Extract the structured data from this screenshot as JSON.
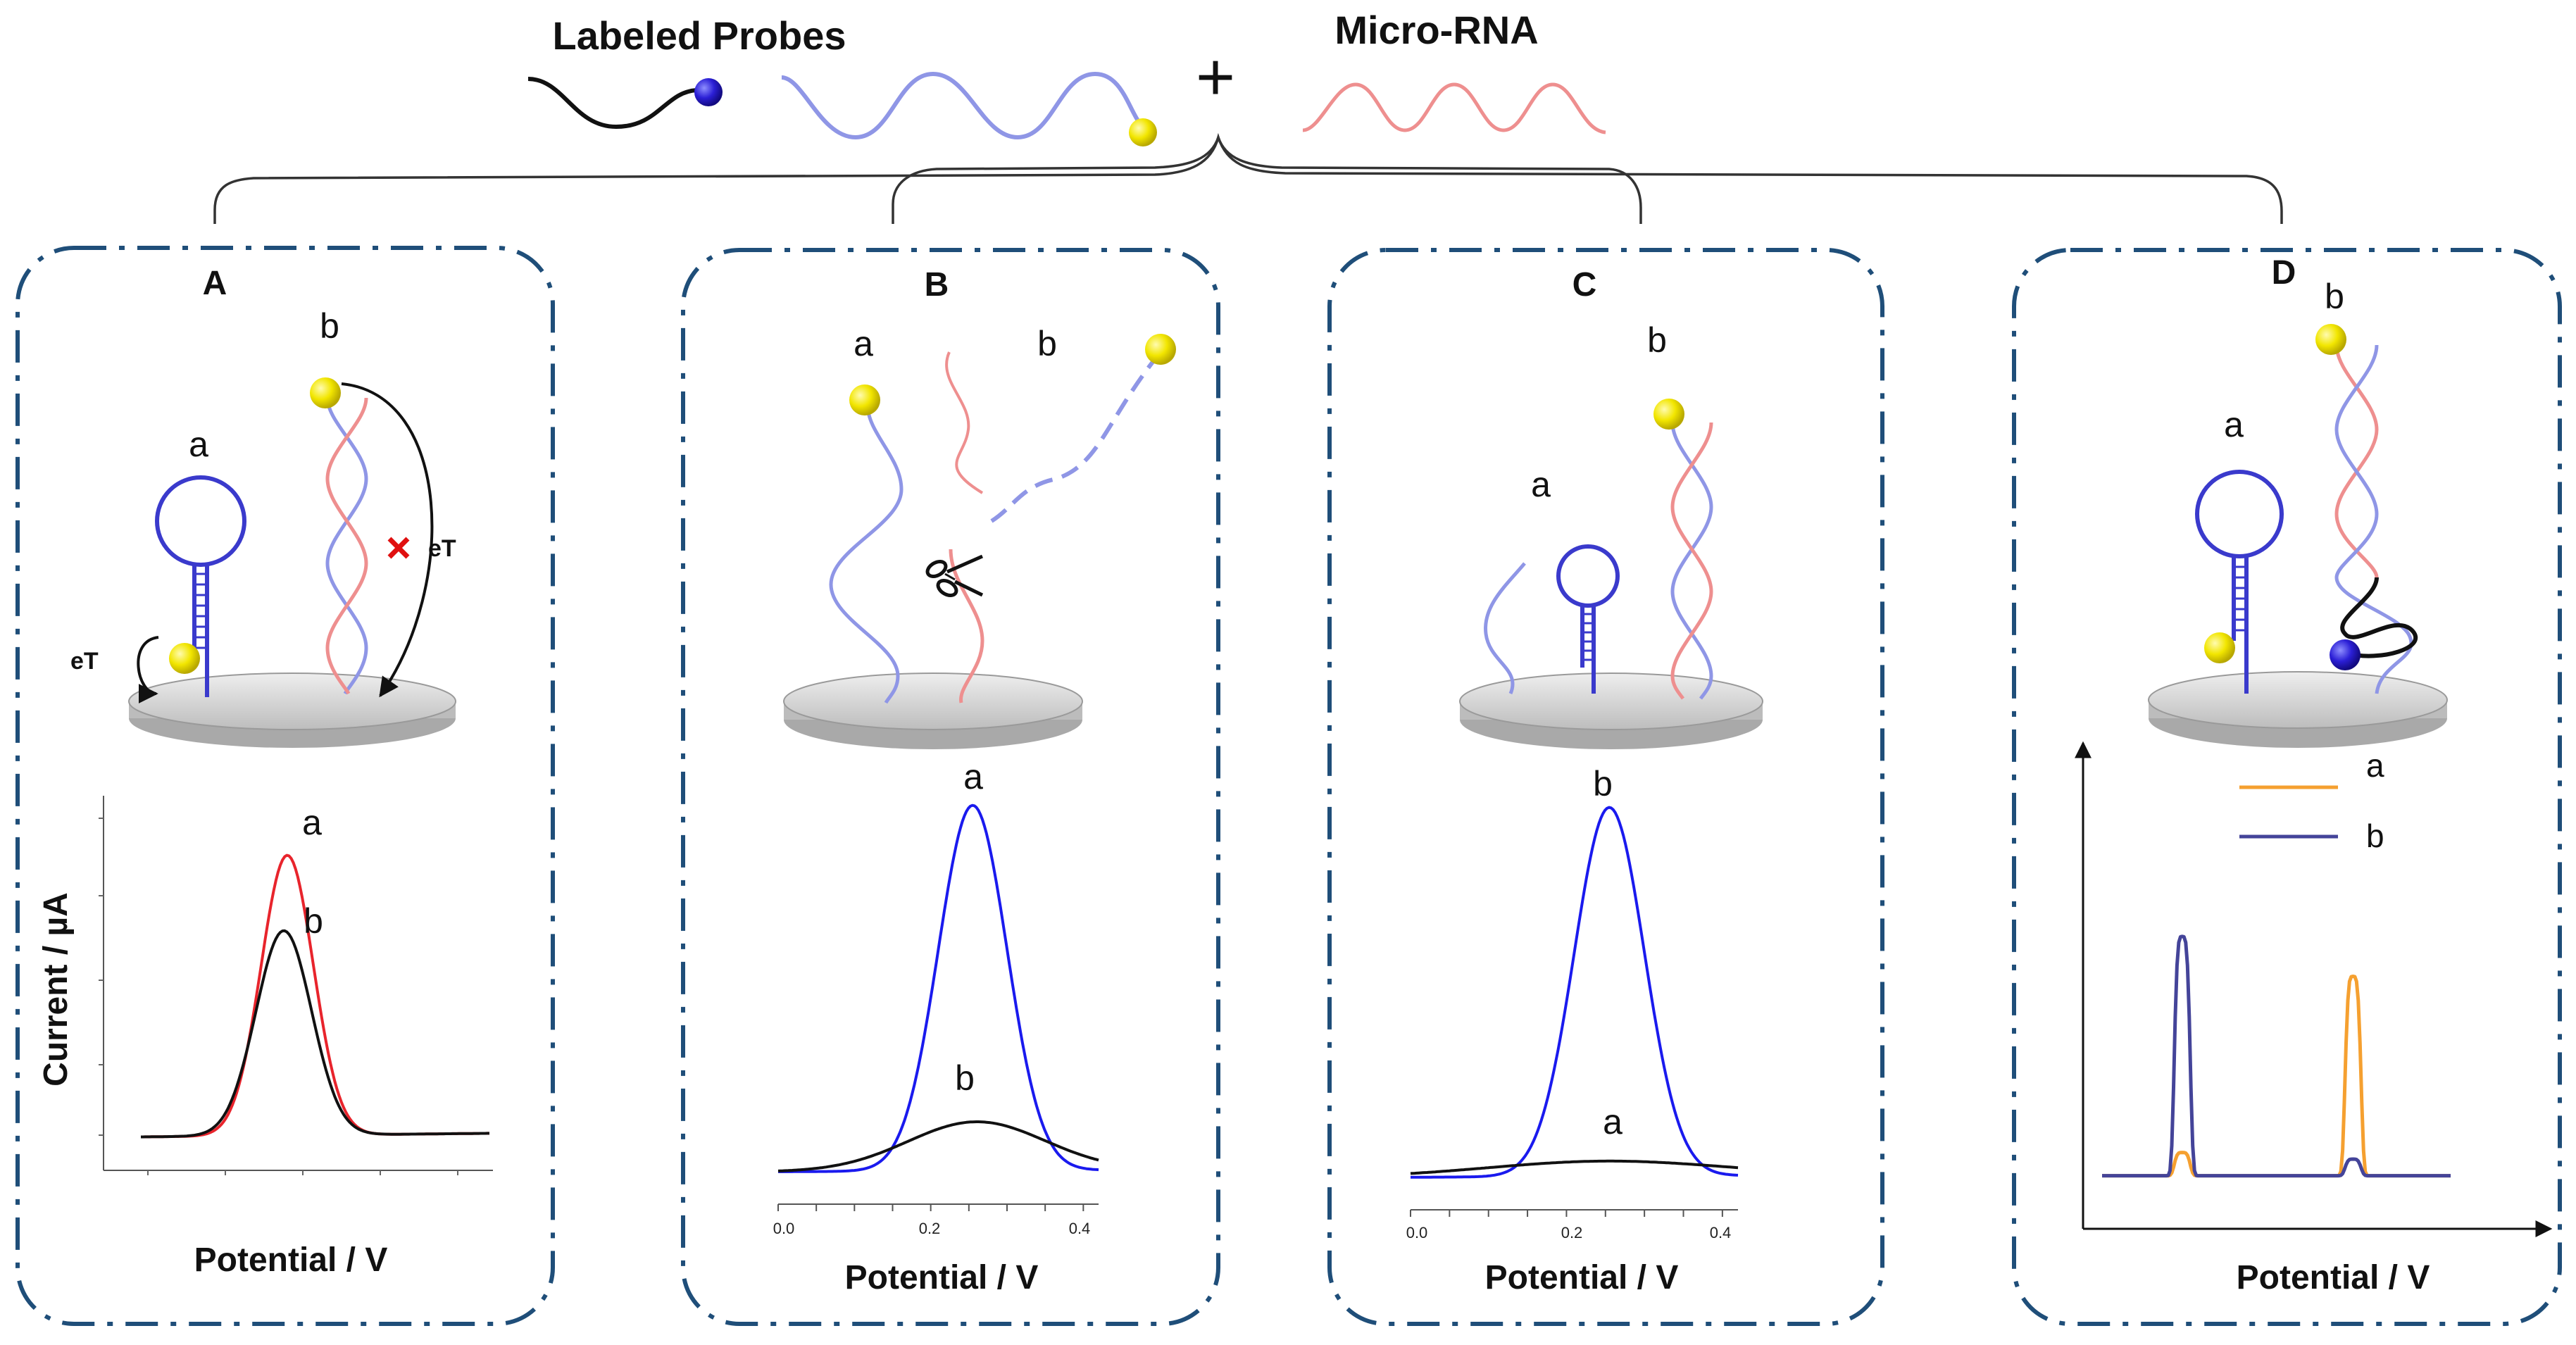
{
  "header": {
    "labeled_probes": "Labeled Probes",
    "plus": "+",
    "micro_rna": "Micro-RNA"
  },
  "colors": {
    "panel_border": "#1f4e79",
    "probe_blue": "#3a3acc",
    "probe_blue_light": "#8f96e6",
    "rna_pink": "#ee8f8f",
    "label_yellow": "#f2e600",
    "label_blue": "#2b1fd6",
    "curve_red": "#e8242c",
    "curve_black": "#111111",
    "curve_blue": "#1a1aee",
    "curve_orange": "#f5a030",
    "curve_navy": "#444499",
    "cross_red": "#e01010"
  },
  "panels": [
    {
      "id": "A",
      "letter": "A",
      "probe_labels": [
        "a",
        "b"
      ],
      "eT_labels": [
        "eT",
        "eT"
      ],
      "y_axis_label": "Current / µA",
      "x_axis_label": "Potential / V",
      "curve_labels": [
        "a",
        "b"
      ]
    },
    {
      "id": "B",
      "letter": "B",
      "probe_labels": [
        "a",
        "b"
      ],
      "x_axis_label": "Potential / V",
      "x_ticks": [
        "0.0",
        "0.2",
        "0.4"
      ],
      "curve_labels": [
        "a",
        "b"
      ]
    },
    {
      "id": "C",
      "letter": "C",
      "probe_labels": [
        "a",
        "b"
      ],
      "x_axis_label": "Potential / V",
      "x_ticks": [
        "0.0",
        "0.2",
        "0.4"
      ],
      "curve_labels": [
        "b",
        "a"
      ]
    },
    {
      "id": "D",
      "letter": "D",
      "probe_labels": [
        "b",
        "a"
      ],
      "x_axis_label": "Potential / V",
      "legend": [
        {
          "label": "a",
          "color": "#f5a030"
        },
        {
          "label": "b",
          "color": "#444499"
        }
      ]
    }
  ],
  "chart_data": [
    {
      "type": "line",
      "panel": "A",
      "xlabel": "Potential / V",
      "ylabel": "Current / µA",
      "series": [
        {
          "name": "a",
          "color": "#e8242c",
          "peak_x": 0.42,
          "peak_height": 0.78,
          "width": 0.075,
          "baseline": 0.05
        },
        {
          "name": "b",
          "color": "#111111",
          "peak_x": 0.41,
          "peak_height": 0.57,
          "width": 0.08,
          "baseline": 0.05
        }
      ]
    },
    {
      "type": "line",
      "panel": "B",
      "xlabel": "Potential / V",
      "xlim": [
        0.0,
        0.42
      ],
      "series": [
        {
          "name": "a",
          "color": "#1a1aee",
          "peak_x": 0.255,
          "peak_height": 0.97,
          "width": 0.045
        },
        {
          "name": "b",
          "color": "#111111",
          "peak_x": 0.26,
          "peak_height": 0.13,
          "width": 0.09
        }
      ]
    },
    {
      "type": "line",
      "panel": "C",
      "xlabel": "Potential / V",
      "xlim": [
        0.0,
        0.42
      ],
      "series": [
        {
          "name": "b",
          "color": "#1a1aee",
          "peak_x": 0.255,
          "peak_height": 0.97,
          "width": 0.045
        },
        {
          "name": "a",
          "color": "#111111",
          "peak_x": 0.25,
          "peak_height": 0.04,
          "width": 0.15
        }
      ]
    },
    {
      "type": "line",
      "panel": "D",
      "xlabel": "Potential / V",
      "series": [
        {
          "name": "a",
          "color": "#f5a030",
          "peaks": [
            [
              0.23,
              0.07
            ],
            [
              0.72,
              0.6
            ]
          ]
        },
        {
          "name": "b",
          "color": "#444499",
          "peaks": [
            [
              0.23,
              0.72
            ],
            [
              0.72,
              0.05
            ]
          ]
        }
      ]
    }
  ]
}
